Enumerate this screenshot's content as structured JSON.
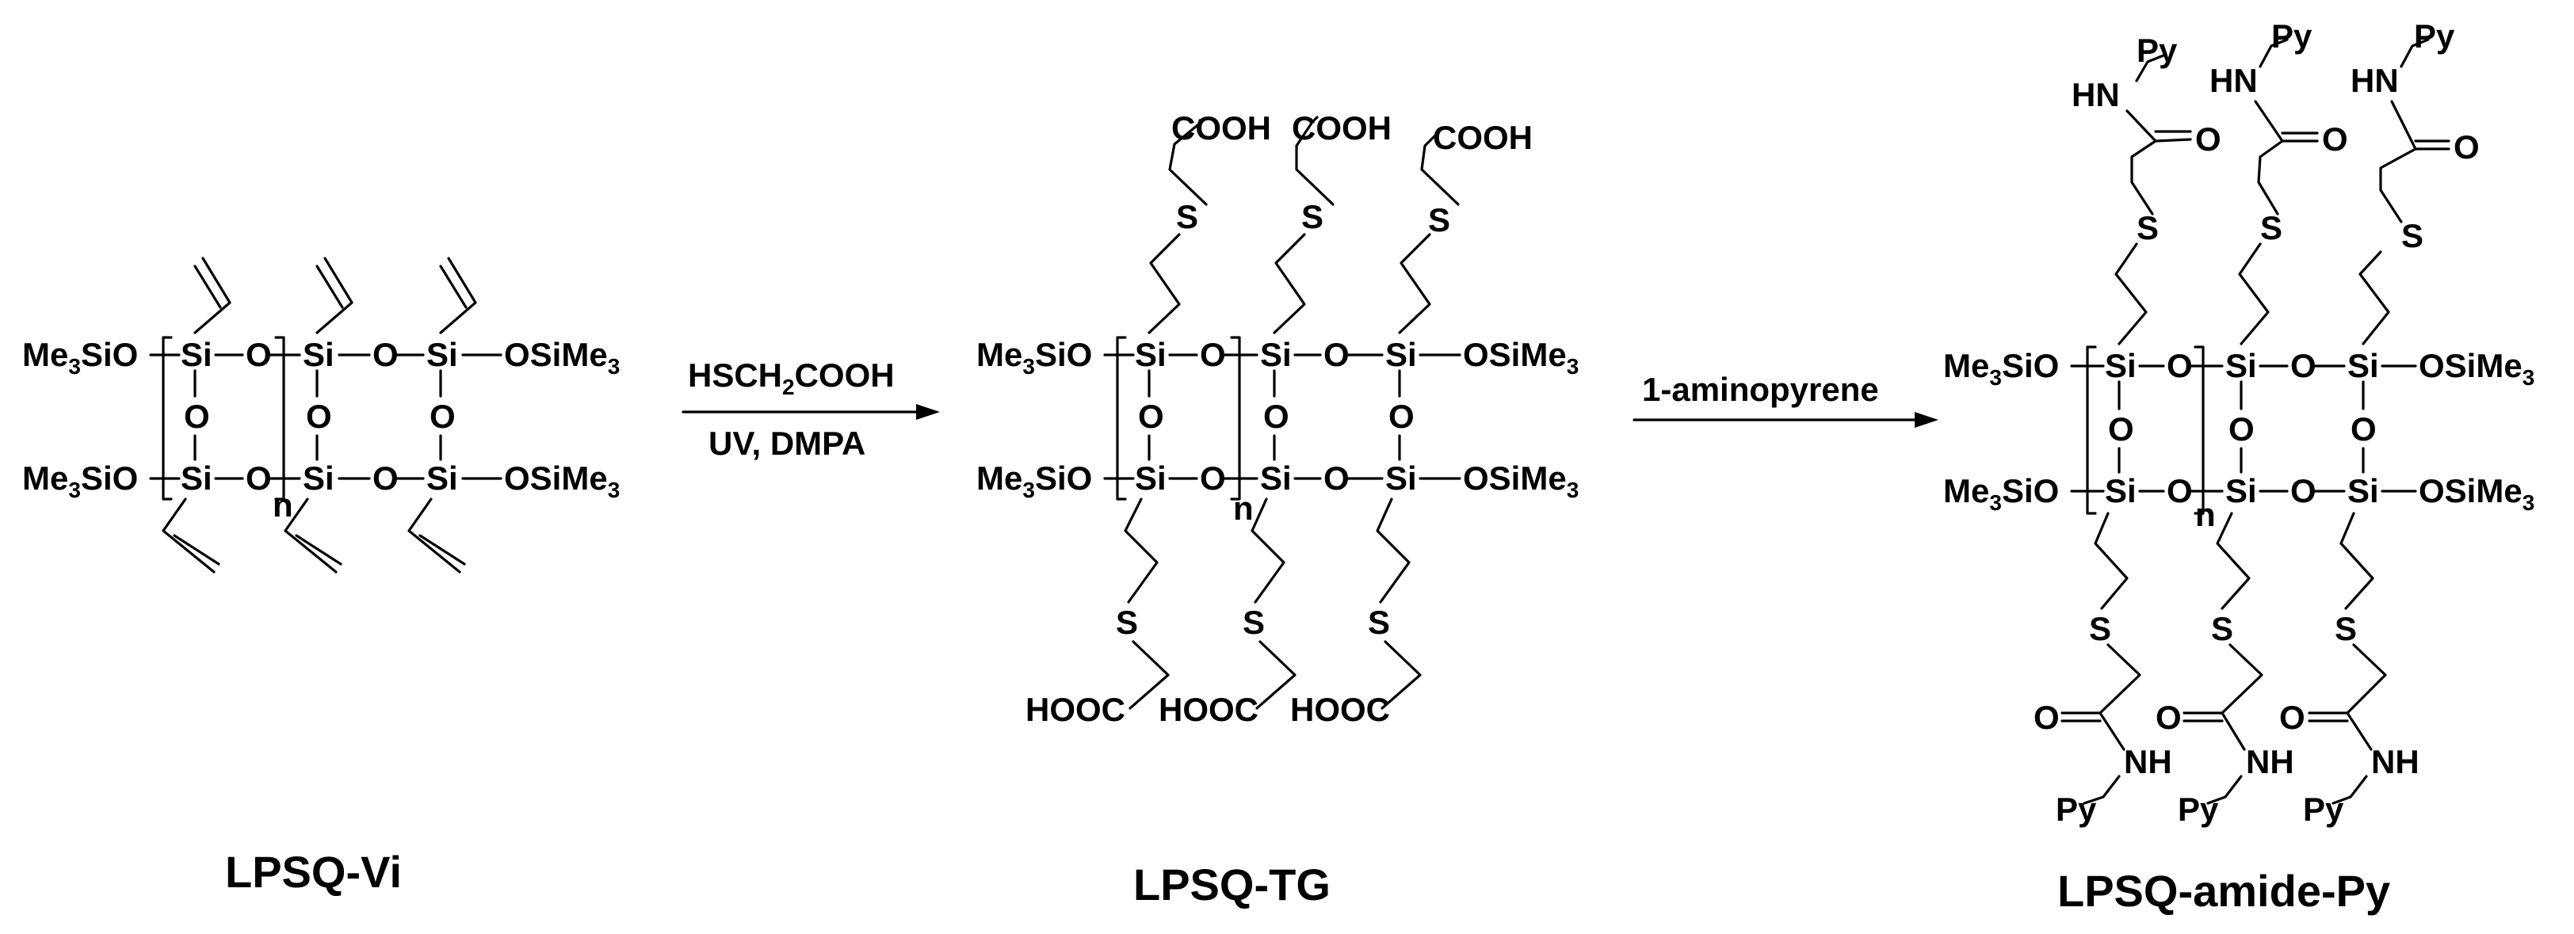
{
  "compounds": [
    {
      "name": "LPSQ-Vi",
      "end_groups": [
        "Me3SiO",
        "Me3SiO",
        "OSiMe3",
        "OSiMe3"
      ],
      "core_atoms": [
        "Si",
        "O",
        "Si",
        "O",
        "Si",
        "O",
        "Si",
        "O",
        "Si",
        "O",
        "Si",
        "O",
        "O",
        "O"
      ],
      "repeat_label": "n",
      "side_groups": [
        "vinyl",
        "vinyl",
        "vinyl",
        "vinyl",
        "vinyl",
        "vinyl"
      ]
    },
    {
      "name": "LPSQ-TG",
      "end_groups": [
        "Me3SiO",
        "Me3SiO",
        "OSiMe3",
        "OSiMe3"
      ],
      "repeat_label": "n",
      "top_acids": [
        "COOH",
        "COOH",
        "COOH"
      ],
      "bottom_acids": [
        "HOOC",
        "HOOC",
        "HOOC"
      ],
      "thioether": "S"
    },
    {
      "name": "LPSQ-amide-Py",
      "end_groups": [
        "Me3SiO",
        "Me3SiO",
        "OSiMe3",
        "OSiMe3"
      ],
      "repeat_label": "n",
      "amine": [
        "HN",
        "NH"
      ],
      "carbonyl_o": "O",
      "pyrene": "Py",
      "thioether": "S"
    }
  ],
  "steps": [
    {
      "reagent": "HSCH2COOH",
      "conditions": "UV, DMPA"
    },
    {
      "reagent": "1-aminopyrene",
      "conditions": ""
    }
  ]
}
